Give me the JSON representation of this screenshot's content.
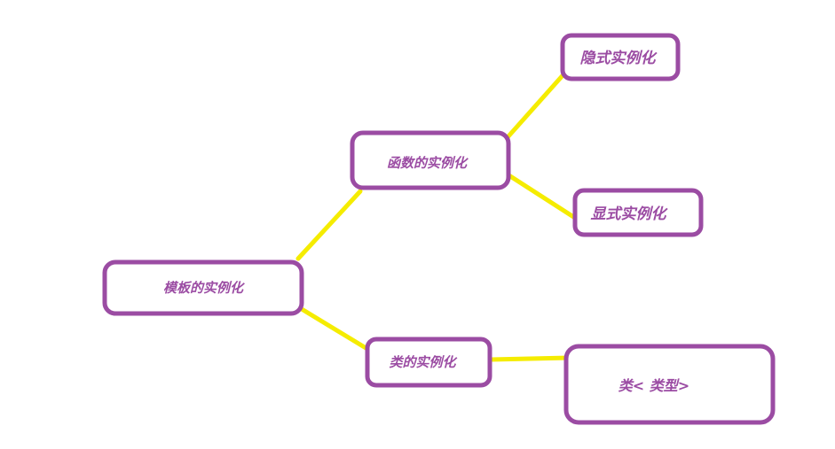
{
  "colors": {
    "node_border": "#9b4ca3",
    "node_text": "#9b4ca3",
    "connector": "#f5ec00",
    "background": "#ffffff"
  },
  "nodes": {
    "template_instantiation": "模板的实例化",
    "function_instantiation": "函数的实例化",
    "class_instantiation": "类的实例化",
    "implicit_instantiation": "隐式实例化",
    "explicit_instantiation": "显式实例化",
    "class_type": "类< 类型>"
  }
}
